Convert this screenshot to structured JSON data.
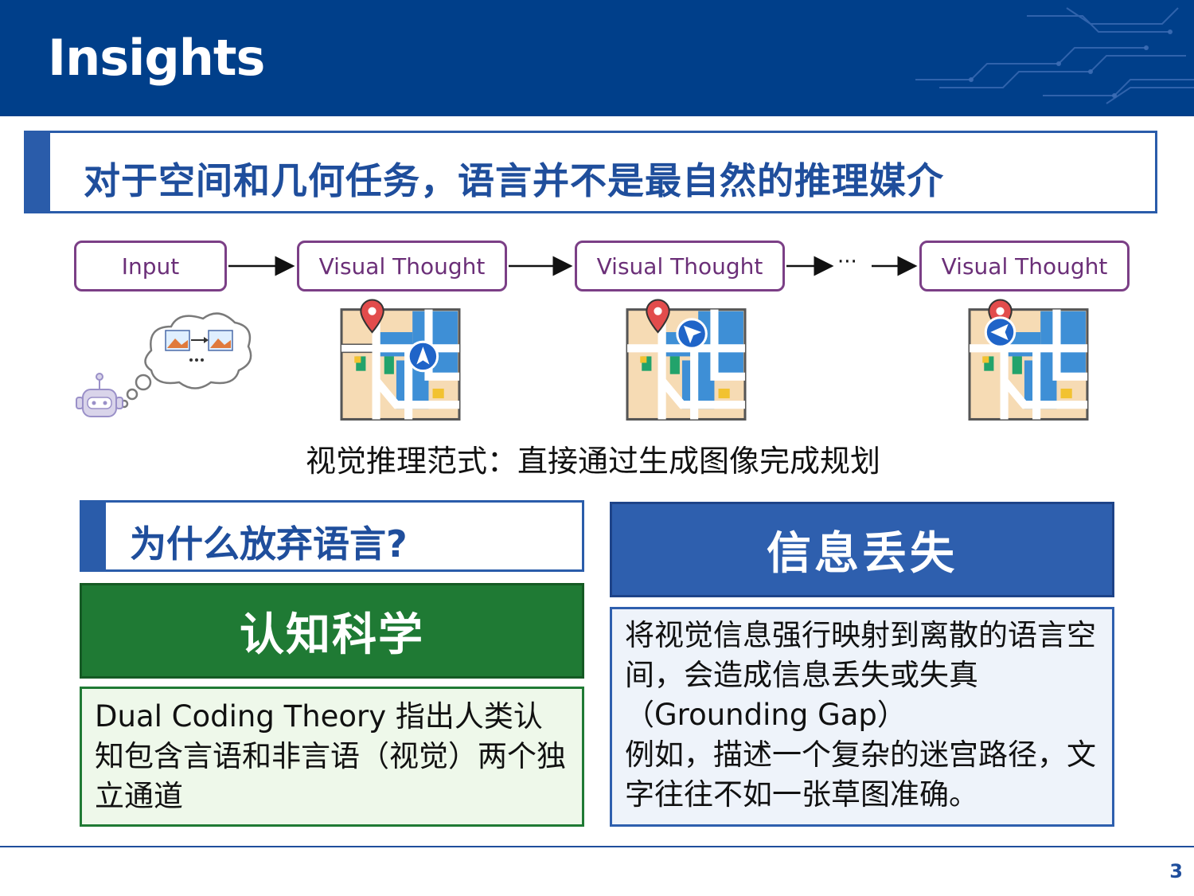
{
  "header": {
    "title": "Insights"
  },
  "thesis": {
    "text": "对于空间和几何任务，语言并不是最自然的推理媒介"
  },
  "diagram": {
    "nodes": [
      "Input",
      "Visual Thought",
      "Visual Thought",
      "Visual Thought"
    ],
    "ellipsis": "···",
    "caption": "视觉推理范式：直接通过生成图像完成规划"
  },
  "question": {
    "text": "为什么放弃语言?"
  },
  "cognitive": {
    "title": "认知科学",
    "body": "Dual Coding Theory 指出人类认知包含言语和非言语（视觉）两个独立通道"
  },
  "info_loss": {
    "title": "信息丢失",
    "body1": "将视觉信息强行映射到离散的语言空间，会造成信息丢失或失真（Grounding Gap）",
    "body2": "例如，描述一个复杂的迷宫路径，文字往往不如一张草图准确。"
  },
  "colors": {
    "header_bg": "#003f8a",
    "accent_blue": "#2a5caa",
    "accent_green": "#1f7a34",
    "node_border": "#7b3f86"
  },
  "footer": {
    "page": "3"
  }
}
